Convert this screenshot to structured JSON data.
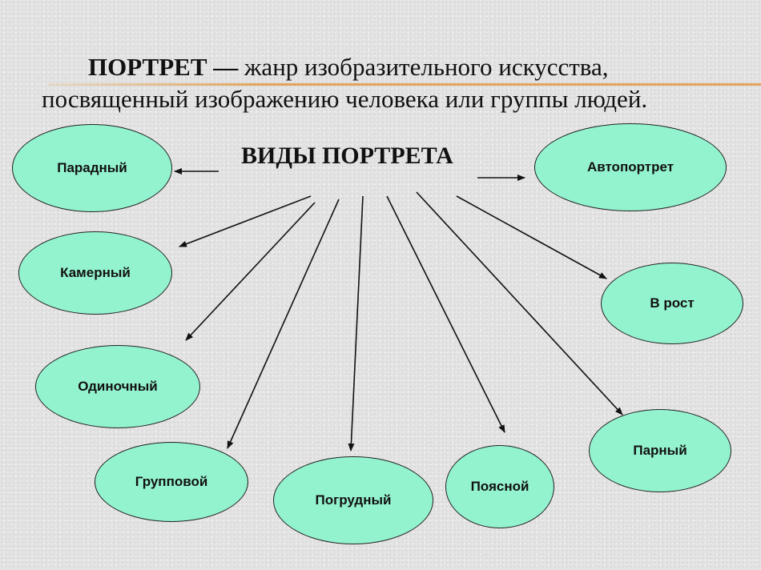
{
  "header": {
    "term": "ПОРТРЕТ —",
    "definition_line1": "жанр изобразительного искусства,",
    "definition_line2": "посвященный изображению человека или группы людей."
  },
  "diagram": {
    "center_label": "ВИДЫ ПОРТРЕТА",
    "nodes": [
      "Парадный",
      "Автопортрет",
      "Камерный",
      "В рост",
      "Одиночный",
      "Парный",
      "Групповой",
      "Погрудный",
      "Поясной"
    ],
    "colors": {
      "node_fill": "#94f3cf",
      "accent_rule": "#e2a45a"
    }
  }
}
